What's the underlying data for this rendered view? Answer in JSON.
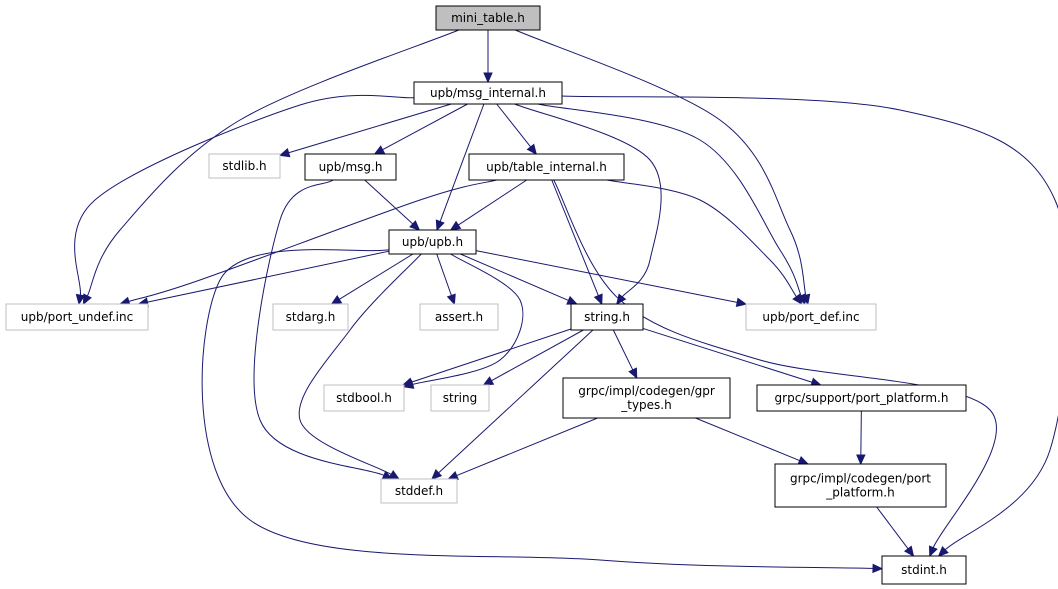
{
  "colors": {
    "edge": "#191970",
    "root_fill": "#bfbfbf",
    "node_border": "#000000",
    "external_border": "#bfbfbf",
    "text": "#000000"
  },
  "nodes": {
    "mini_table_h": {
      "label": [
        "mini_table.h"
      ],
      "style": "root"
    },
    "msg_internal_h": {
      "label": [
        "upb/msg_internal.h"
      ],
      "style": "normal"
    },
    "port_undef_inc": {
      "label": [
        "upb/port_undef.inc"
      ],
      "style": "external"
    },
    "port_def_inc": {
      "label": [
        "upb/port_def.inc"
      ],
      "style": "external"
    },
    "stdint_h": {
      "label": [
        "stdint.h"
      ],
      "style": "normal"
    },
    "stdlib_h": {
      "label": [
        "stdlib.h"
      ],
      "style": "external"
    },
    "msg_h": {
      "label": [
        "upb/msg.h"
      ],
      "style": "normal"
    },
    "table_internal_h": {
      "label": [
        "upb/table_internal.h"
      ],
      "style": "normal"
    },
    "upb_h": {
      "label": [
        "upb/upb.h"
      ],
      "style": "normal"
    },
    "string_h": {
      "label": [
        "string.h"
      ],
      "style": "normal"
    },
    "stdarg_h": {
      "label": [
        "stdarg.h"
      ],
      "style": "external"
    },
    "assert_h": {
      "label": [
        "assert.h"
      ],
      "style": "external"
    },
    "stdbool_h": {
      "label": [
        "stdbool.h"
      ],
      "style": "external"
    },
    "string": {
      "label": [
        "string"
      ],
      "style": "external"
    },
    "gpr_types_h": {
      "label": [
        "grpc/impl/codegen/gpr",
        "_types.h"
      ],
      "style": "normal"
    },
    "support_port_platform_h": {
      "label": [
        "grpc/support/port_platform.h"
      ],
      "style": "normal"
    },
    "codegen_port_platform_h": {
      "label": [
        "grpc/impl/codegen/port",
        "_platform.h"
      ],
      "style": "normal"
    },
    "stddef_h": {
      "label": [
        "stddef.h"
      ],
      "style": "external"
    }
  },
  "edges": [
    [
      "mini_table_h",
      "msg_internal_h"
    ],
    [
      "mini_table_h",
      "port_undef_inc"
    ],
    [
      "mini_table_h",
      "port_def_inc"
    ],
    [
      "msg_internal_h",
      "port_undef_inc"
    ],
    [
      "msg_internal_h",
      "stdlib_h"
    ],
    [
      "msg_internal_h",
      "msg_h"
    ],
    [
      "msg_internal_h",
      "upb_h"
    ],
    [
      "msg_internal_h",
      "table_internal_h"
    ],
    [
      "msg_internal_h",
      "string_h"
    ],
    [
      "msg_internal_h",
      "port_def_inc"
    ],
    [
      "msg_internal_h",
      "stdint_h"
    ],
    [
      "msg_h",
      "upb_h"
    ],
    [
      "msg_h",
      "stddef_h"
    ],
    [
      "table_internal_h",
      "upb_h"
    ],
    [
      "table_internal_h",
      "port_undef_inc"
    ],
    [
      "table_internal_h",
      "string_h"
    ],
    [
      "table_internal_h",
      "port_def_inc"
    ],
    [
      "table_internal_h",
      "stdint_h"
    ],
    [
      "upb_h",
      "port_undef_inc"
    ],
    [
      "upb_h",
      "stdarg_h"
    ],
    [
      "upb_h",
      "assert_h"
    ],
    [
      "upb_h",
      "stdbool_h"
    ],
    [
      "upb_h",
      "string_h"
    ],
    [
      "upb_h",
      "port_def_inc"
    ],
    [
      "upb_h",
      "stddef_h"
    ],
    [
      "upb_h",
      "stdint_h"
    ],
    [
      "string_h",
      "stdbool_h"
    ],
    [
      "string_h",
      "string"
    ],
    [
      "string_h",
      "stddef_h"
    ],
    [
      "string_h",
      "gpr_types_h"
    ],
    [
      "string_h",
      "support_port_platform_h"
    ],
    [
      "gpr_types_h",
      "stddef_h"
    ],
    [
      "gpr_types_h",
      "codegen_port_platform_h"
    ],
    [
      "support_port_platform_h",
      "codegen_port_platform_h"
    ],
    [
      "codegen_port_platform_h",
      "stdint_h"
    ]
  ]
}
